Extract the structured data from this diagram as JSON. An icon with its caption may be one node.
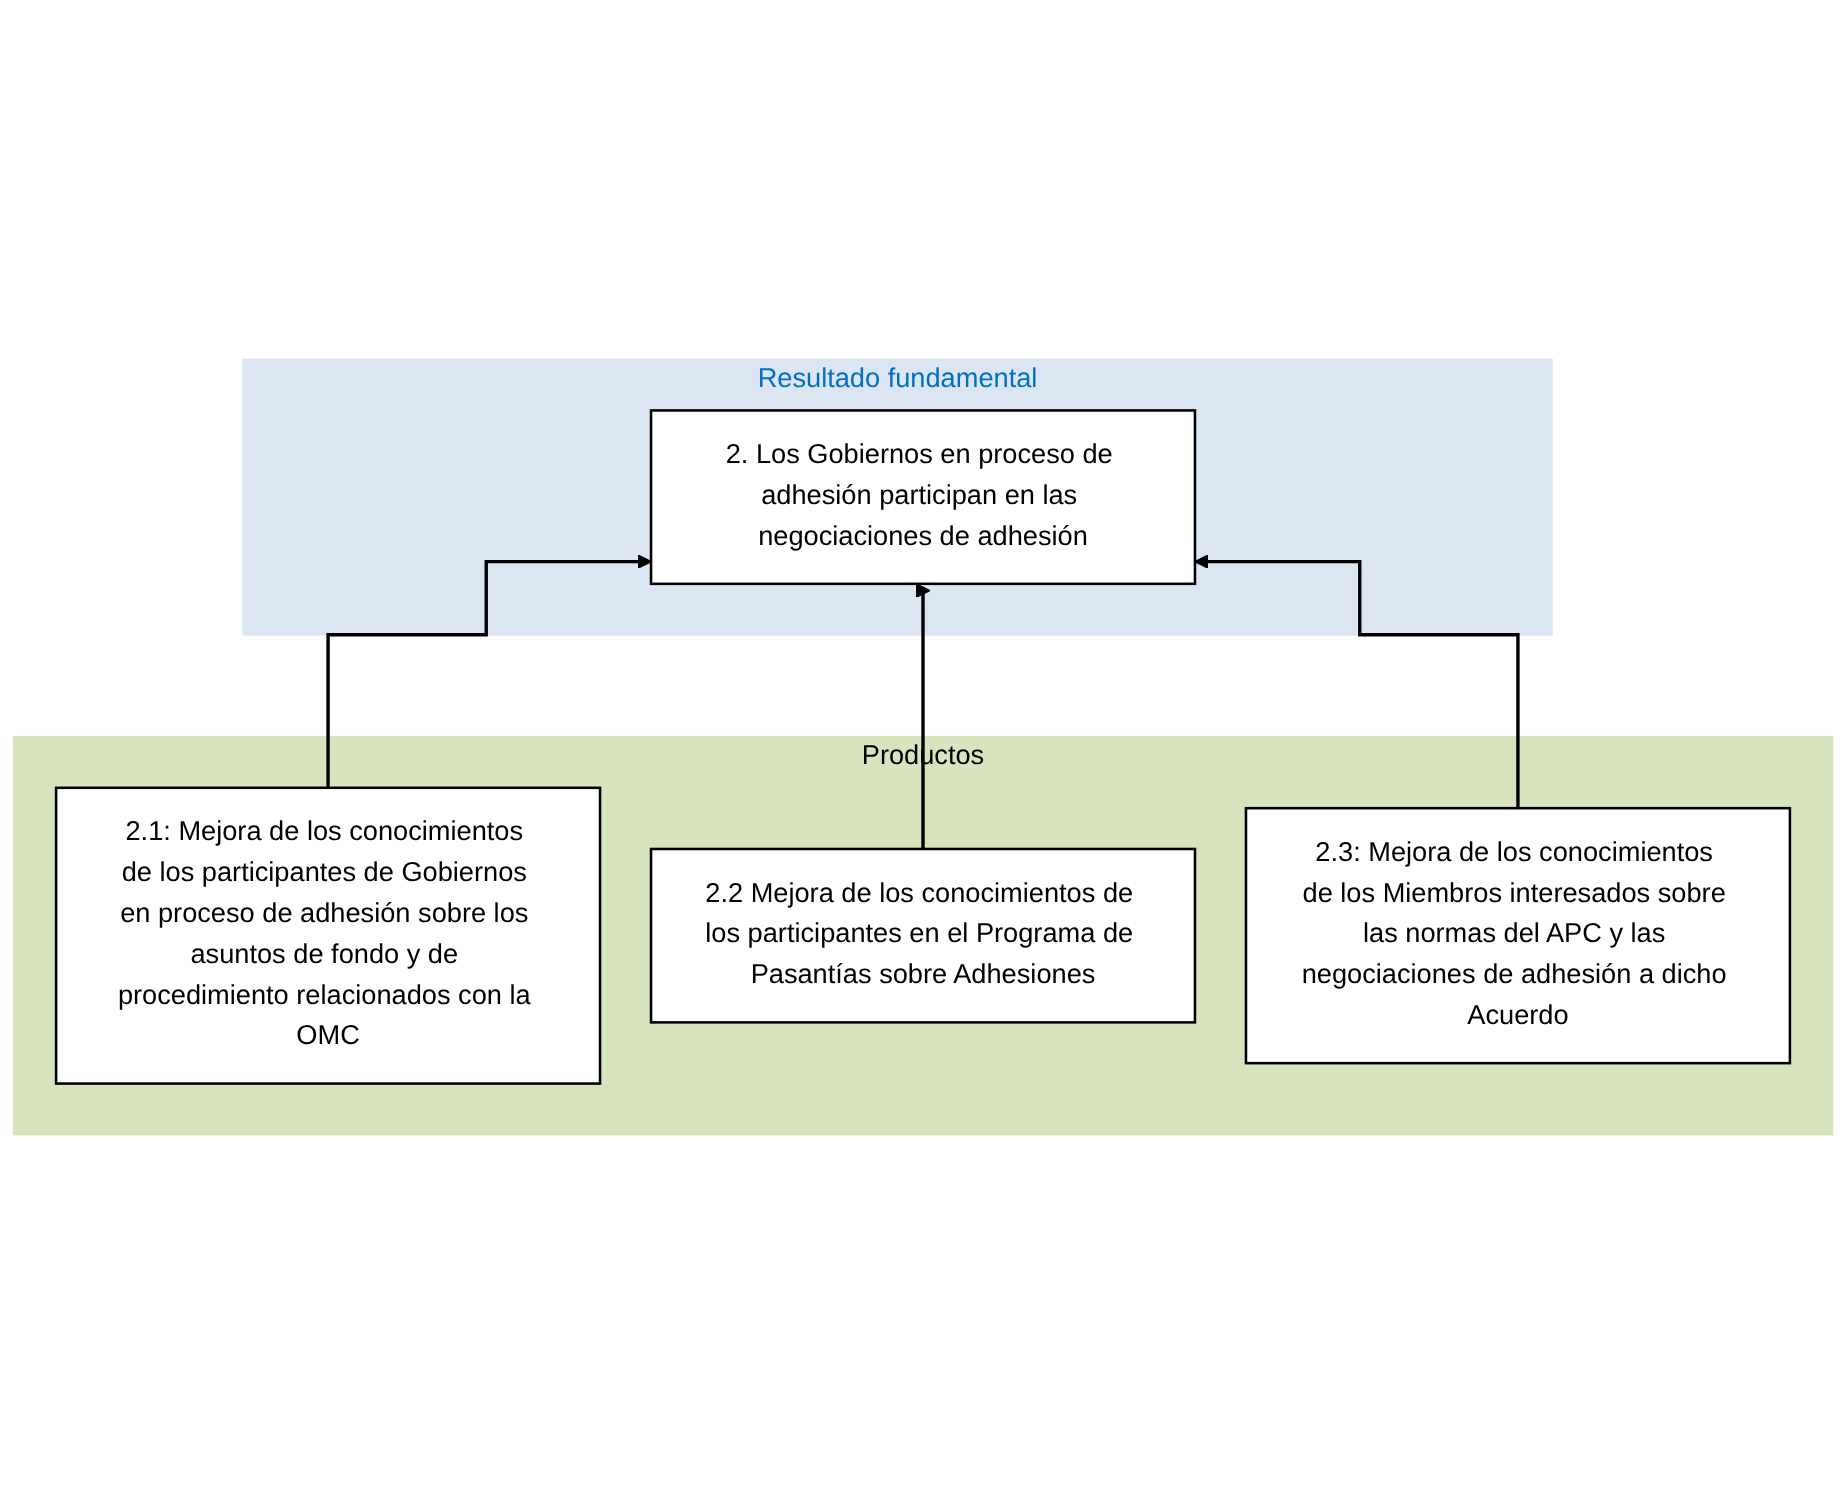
{
  "diagram": {
    "nodes": [
      {
        "text": [
          "Resultado fundamental"
        ]
      },
      {
        "text": [
          "2. Los Gobiernos en proceso de adhesión participan en las negociaciones de adhesión"
        ],
        "in": 0
      },
      {
        "text": [
          "Productos"
        ]
      },
      {
        "text": [
          "2.1: Mejora de los conocimientos de los participantes de Gobiernos en proceso de adhesión sobre los asuntos de fondo y de procedimiento relacionados con la OMC"
        ],
        "in": 2
      },
      {
        "text": [
          "2.2 Mejora de los conocimientos de los participantes en el Programa de Pasantías sobre Adhesiones"
        ],
        "in": 2
      },
      {
        "text": [
          "2.3: Mejora de los conocimientos de los Miembros interesados sobre las normas del APC y las negociaciones de adhesión a dicho Acuerdo"
        ],
        "in": 2
      }
    ],
    "edges": [
      {
        "from": 3,
        "to": 1,
        "arrow": "to"
      },
      {
        "from": 4,
        "to": 1,
        "arrow": "to"
      },
      {
        "from": 5,
        "to": 1,
        "arrow": "to"
      }
    ]
  }
}
